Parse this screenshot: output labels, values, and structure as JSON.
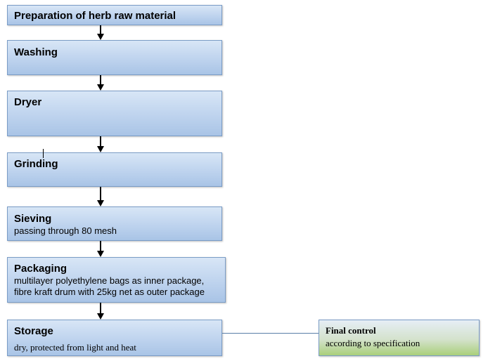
{
  "steps": [
    {
      "title": "Preparation of herb raw material",
      "detail": ""
    },
    {
      "title": "Washing",
      "detail": ""
    },
    {
      "title": "Dryer",
      "detail": ""
    },
    {
      "title": "Grinding",
      "detail": ""
    },
    {
      "title": "Sieving",
      "detail": "passing through 80 mesh"
    },
    {
      "title": "Packaging",
      "detail_lines": [
        "multilayer polyethylene bags as inner package,",
        "fibre kraft drum with 25kg net as  outer package"
      ]
    },
    {
      "title": "Storage",
      "detail": "dry, protected from light and heat"
    }
  ],
  "final_control": {
    "title": "Final control",
    "detail": "according to specification"
  },
  "colors": {
    "box_fill": "#bed3ee",
    "box_border": "#7a9cc6",
    "final_fill_bottom": "#a9cf7a",
    "arrow": "#000000"
  }
}
